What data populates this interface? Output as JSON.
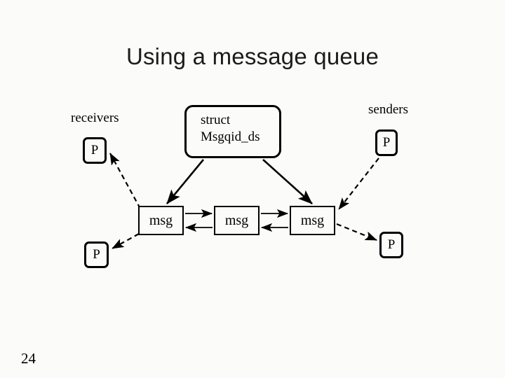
{
  "slide": {
    "title": "Using a message queue",
    "page_number": "24",
    "background_color": "#fbfbf9",
    "ink_color": "#000000"
  },
  "labels": {
    "receivers": "receivers",
    "senders": "senders"
  },
  "struct_box": {
    "line1": "struct",
    "line2": "Msgqid_ds"
  },
  "process_boxes": [
    {
      "id": "receiver-top",
      "label": "P",
      "group": "receivers"
    },
    {
      "id": "receiver-bottom",
      "label": "P",
      "group": "receivers"
    },
    {
      "id": "sender-top",
      "label": "P",
      "group": "senders"
    },
    {
      "id": "sender-bottom",
      "label": "P",
      "group": "senders"
    }
  ],
  "msg_boxes": [
    {
      "id": "msg-1",
      "label": "msg"
    },
    {
      "id": "msg-2",
      "label": "msg"
    },
    {
      "id": "msg-3",
      "label": "msg"
    }
  ],
  "connectors": {
    "struct_to_msg1": {
      "style": "solid",
      "arrow": "end"
    },
    "struct_to_msg3": {
      "style": "solid",
      "arrow": "end"
    },
    "msg1_to_msg2_forward": {
      "style": "solid",
      "arrow": "end"
    },
    "msg2_to_msg1_back": {
      "style": "solid",
      "arrow": "end"
    },
    "msg2_to_msg3_forward": {
      "style": "solid",
      "arrow": "end"
    },
    "msg3_to_msg2_back": {
      "style": "solid",
      "arrow": "end"
    },
    "msg1_to_receiver_top": {
      "style": "dashed",
      "arrow": "end"
    },
    "msg1_to_receiver_bottom": {
      "style": "dashed",
      "arrow": "end"
    },
    "sender_top_to_msg3": {
      "style": "dashed",
      "arrow": "end"
    },
    "msg3_to_sender_bottom": {
      "style": "dashed",
      "arrow": "end"
    }
  }
}
